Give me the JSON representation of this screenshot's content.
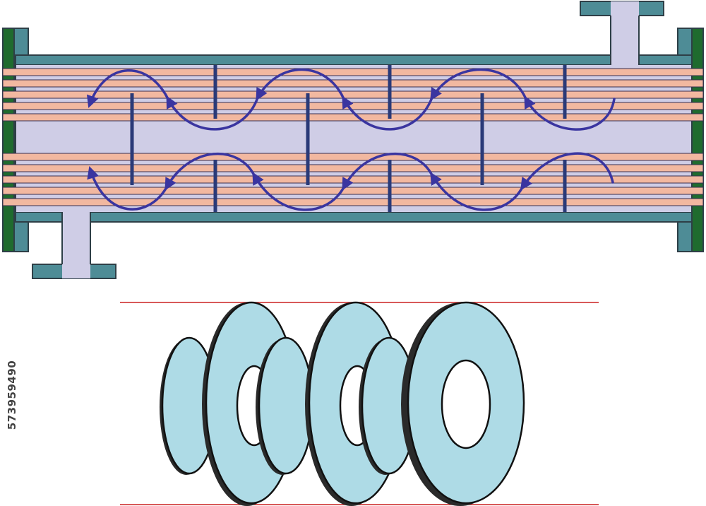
{
  "stock_id": "573959490",
  "colors": {
    "shell": "#4e8c96",
    "shell_outline": "#2e3f47",
    "shell_fluid": "#cfcde6",
    "tube": "#f2b8a0",
    "tube_outline": "#3a3050",
    "flange_end": "#1f6b2e",
    "baffle": "#2a3a78",
    "flow_arrow": "#3a35a0",
    "baffle_disc": "#aedbe6",
    "disc_outline": "#111111",
    "guide_line": "#cc2222"
  },
  "components": {
    "heat_exchanger": [
      "shell",
      "tube-bundle",
      "segmental-baffles",
      "shell-inlet-nozzle",
      "shell-outlet-nozzle",
      "tube-sheets"
    ],
    "disc_and_doughnut": {
      "discs": 3,
      "doughnuts": 3
    }
  }
}
